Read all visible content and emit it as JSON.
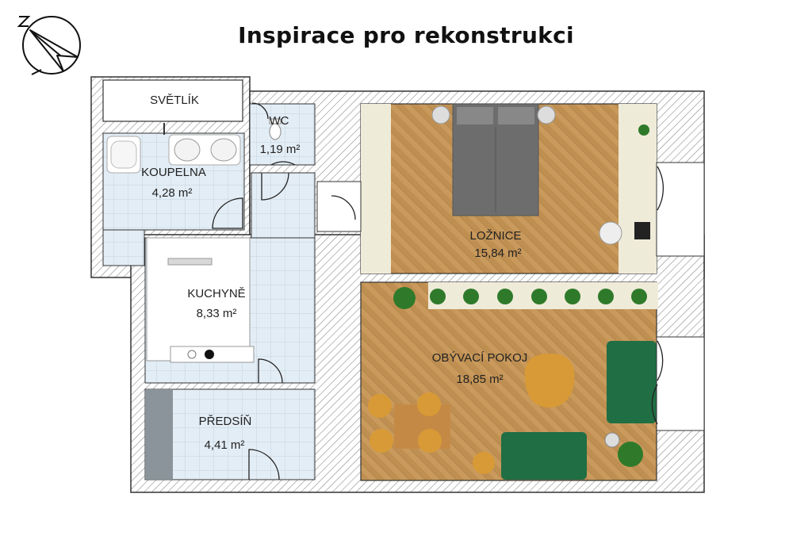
{
  "title": "Inspirace pro rekonstrukci",
  "rooms": {
    "svetlik": {
      "name": "SVĚTLÍK"
    },
    "wc": {
      "name": "WC",
      "area": "1,19 m²"
    },
    "koupelna": {
      "name": "KOUPELNA",
      "area": "4,28 m²"
    },
    "loznice": {
      "name": "LOŽNICE",
      "area": "15,84 m²"
    },
    "kuchyne": {
      "name": "KUCHYNĚ",
      "area": "8,33 m²"
    },
    "obyvaci": {
      "name": "OBÝVACÍ POKOJ",
      "area": "18,85 m²"
    },
    "predsin": {
      "name": "PŘEDSÍŇ",
      "area": "4,41 m²"
    }
  },
  "colors": {
    "wood": "#c99a5c",
    "tile": "#e3edf5",
    "wall": "#ffffff",
    "bed": "#6d6d6d",
    "sofa": "#1f6e44",
    "plant": "#2f7a2a",
    "table": "#d89a36",
    "cream": "#efebd9",
    "stone": "#8a949a"
  },
  "icons": [
    "compass-north-icon"
  ]
}
